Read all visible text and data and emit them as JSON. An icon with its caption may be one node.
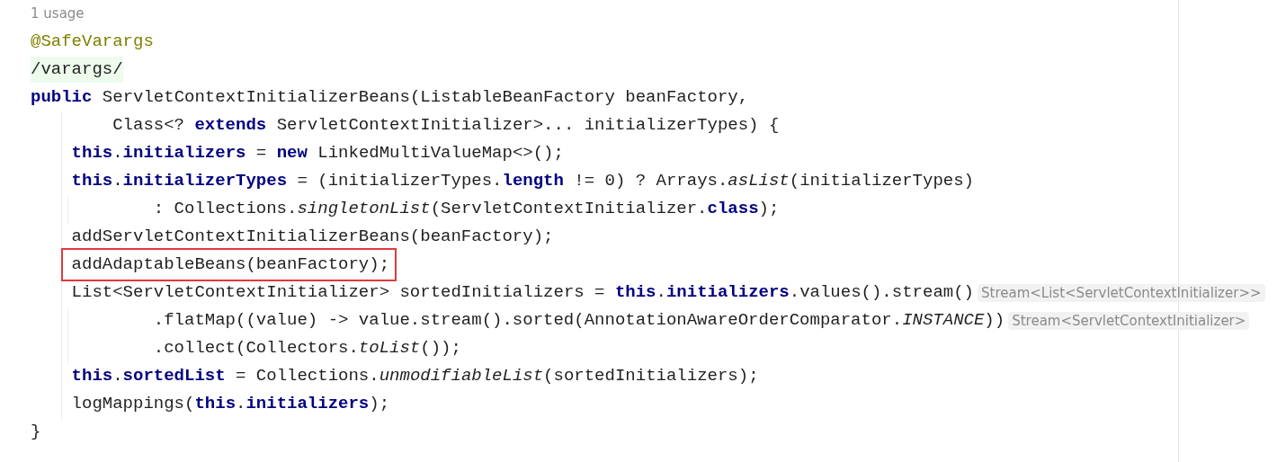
{
  "diagram": {
    "nodes": [
      {
        "text": [
          "addAdaptableBeans(beanFactory);"
        ]
      }
    ],
    "edges": [],
    "labels": [
      "1 usage",
      "@SafeVarargs",
      "/varargs/",
      "**public** ServletContextInitializerBeans(ListableBeanFactory beanFactory,",
      "Class<? **extends** ServletContextInitializer>... initializerTypes) {",
      "**this**.**initializers** = **new** LinkedMultiValueMap<>();",
      "**this**.**initializerTypes** = (initializerTypes.**length** != 0) ? Arrays.*asList*(initializerTypes)",
      ": Collections.*singletonList*(ServletContextInitializer.**class**);",
      "addServletContextInitializerBeans(beanFactory);",
      "List<ServletContextInitializer> sortedInitializers = **this**.**initializers**.values().stream()",
      "Stream<List<ServletContextInitializer>>",
      ".flatMap((value) -> value.stream().sorted(AnnotationAwareOrderComparator.*INSTANCE*))",
      "Stream<ServletContextInitializer>",
      ".collect(Collectors.*toList*());",
      "**this**.**sortedList** = Collections.*unmodifiableList*(sortedInitializers);",
      "logMappings(**this**.**initializers**);",
      "}"
    ]
  }
}
